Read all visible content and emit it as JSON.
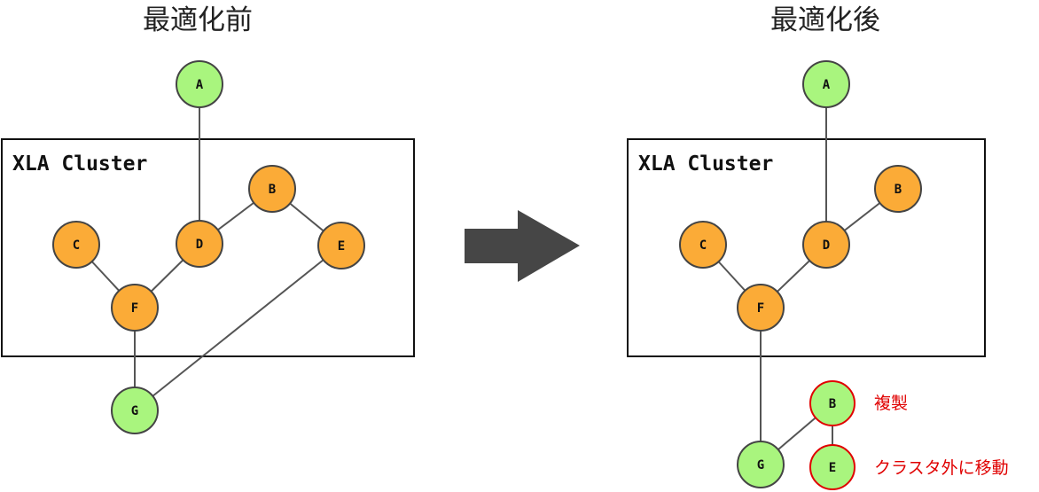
{
  "before": {
    "title": "最適化前",
    "cluster_label": "XLA Cluster",
    "nodes": {
      "A": "A",
      "B": "B",
      "C": "C",
      "D": "D",
      "E": "E",
      "F": "F",
      "G": "G"
    }
  },
  "after": {
    "title": "最適化後",
    "cluster_label": "XLA Cluster",
    "nodes": {
      "A": "A",
      "B": "B",
      "C": "C",
      "D": "D",
      "F": "F",
      "G": "G",
      "B2": "B",
      "E": "E"
    },
    "annotations": {
      "duplicate": "複製",
      "moved_out": "クラスタ外に移動"
    }
  },
  "colors": {
    "inside_cluster": "#FBAB37",
    "outside_cluster": "#A9F57E",
    "highlight_border": "#E00000",
    "annotation_text": "#E00000",
    "arrow": "#464646",
    "edge": "#555555"
  }
}
